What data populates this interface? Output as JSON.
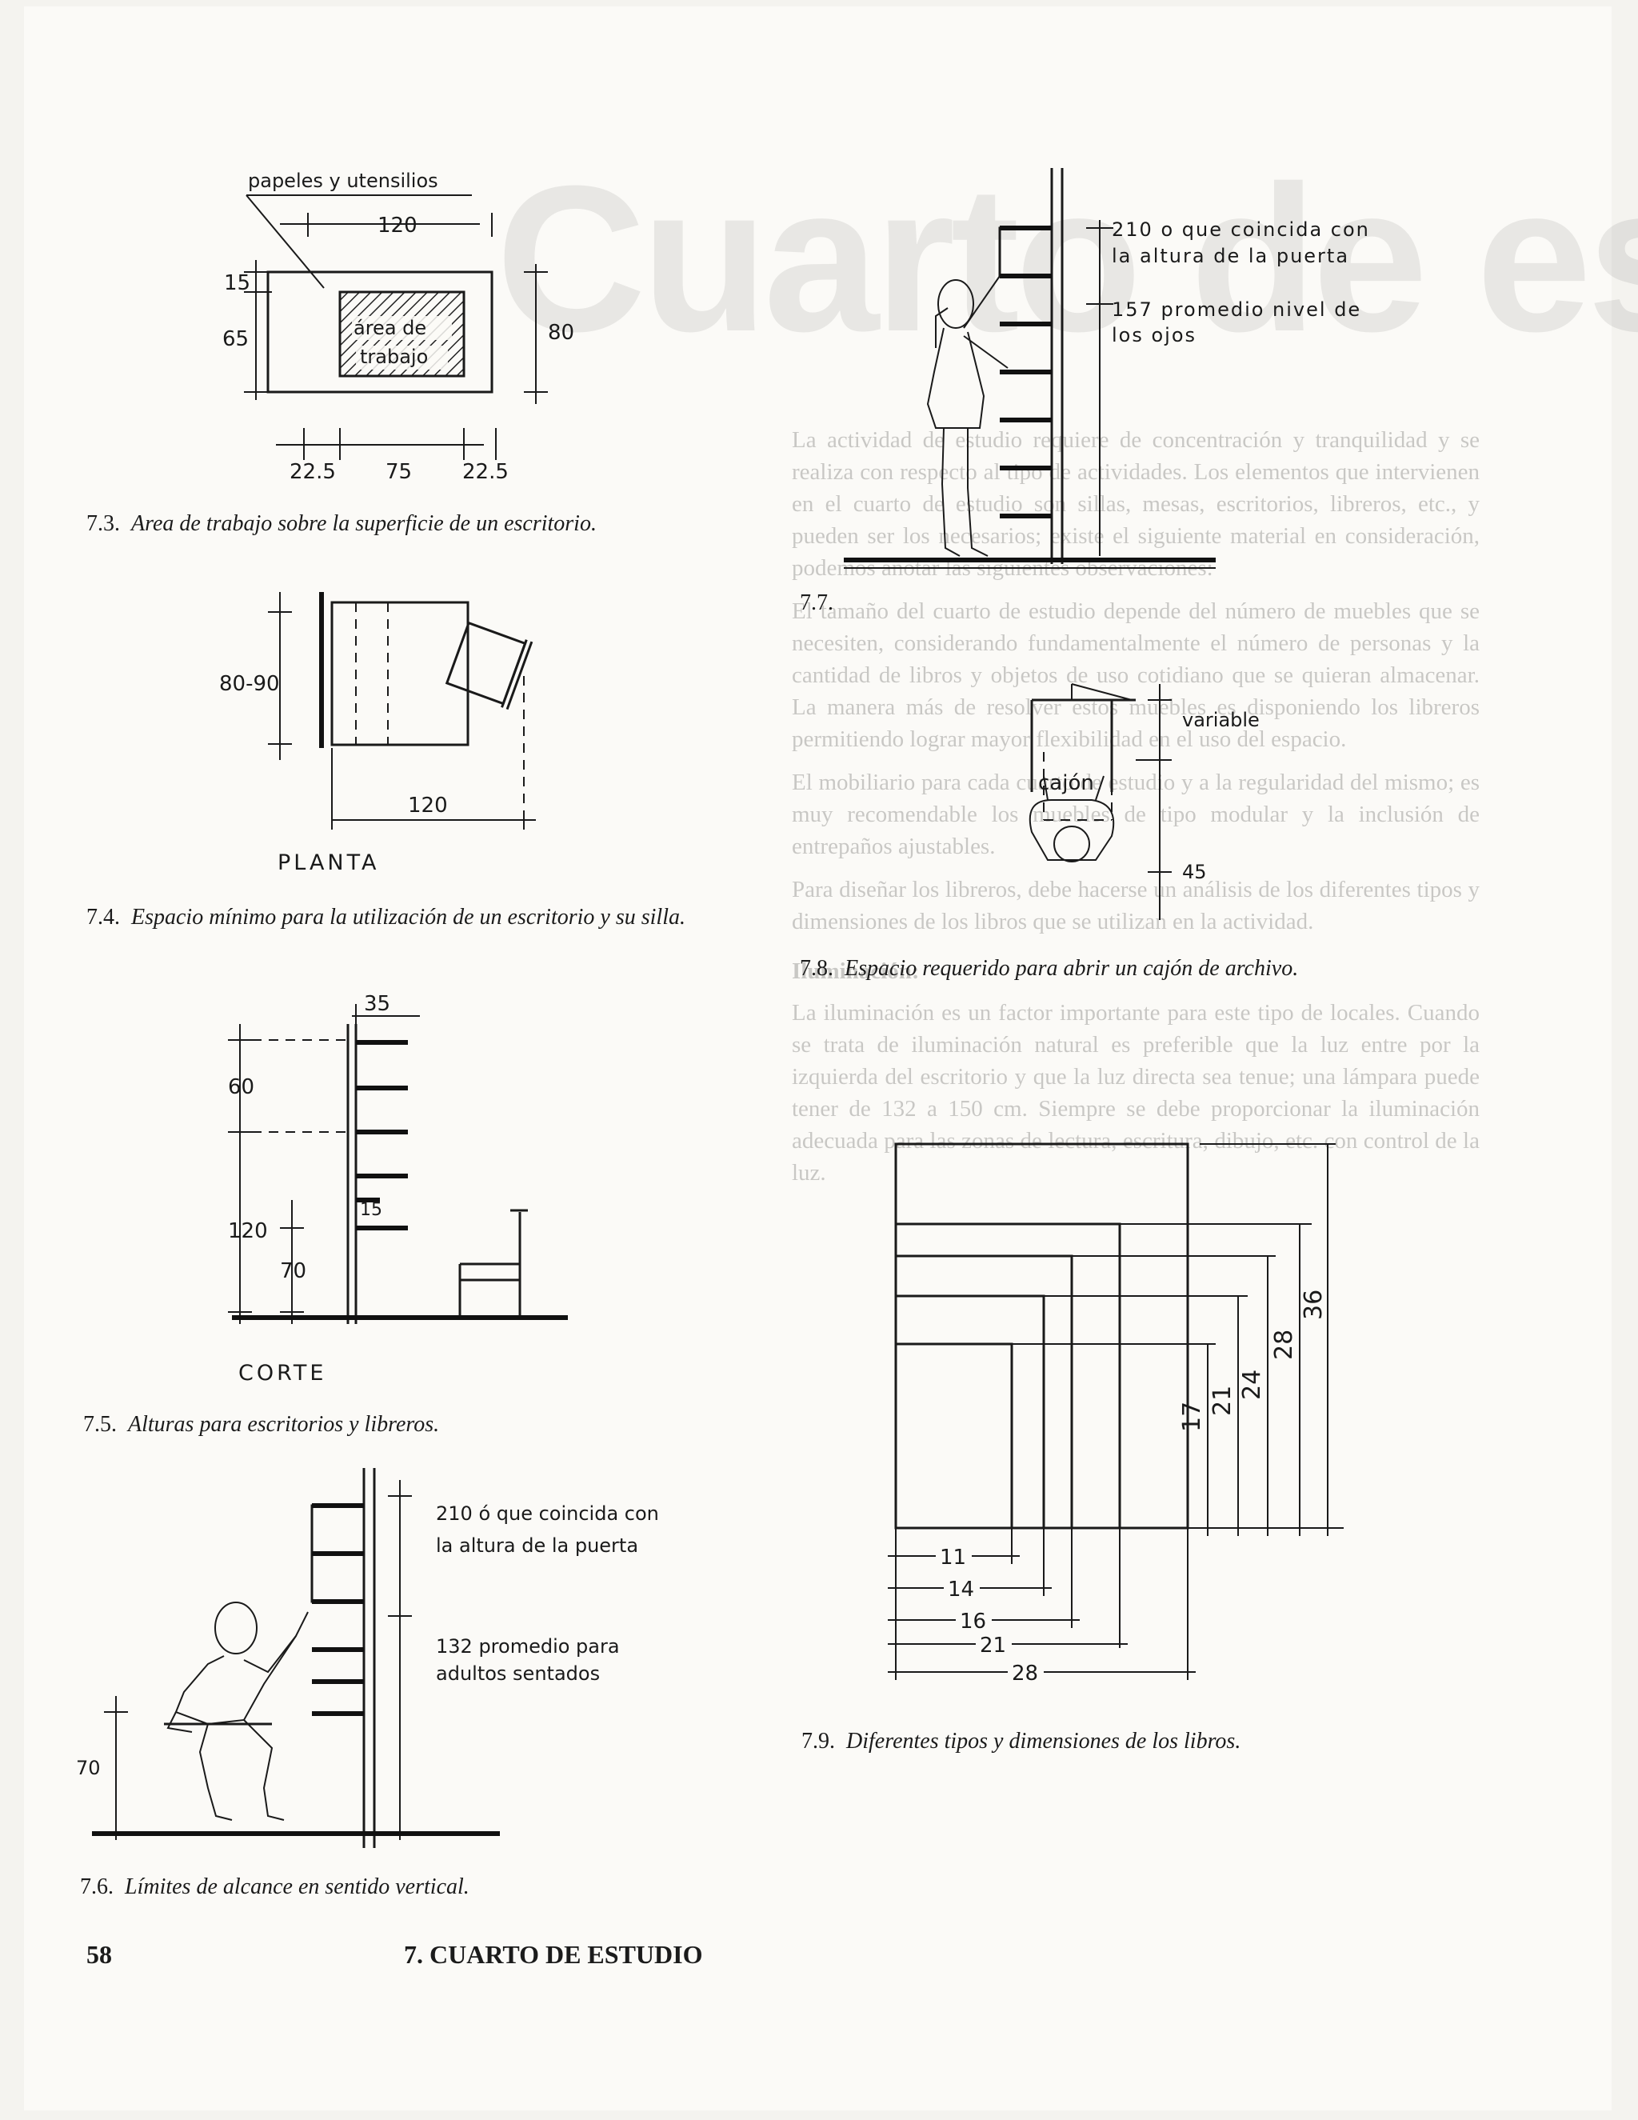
{
  "watermark": {
    "title": "Cuarto de estudio",
    "paragraphs": [
      "La actividad de estudio requiere de concentración y tranquilidad y se realiza con respecto al tipo de actividades. Los elementos que intervienen en el cuarto de estudio son sillas, mesas, escritorios, libreros, etc., y pueden ser los necesarios; existe el siguiente material en consideración, podemos anotar las siguientes observaciones:",
      "El tamaño del cuarto de estudio depende del número de muebles que se necesiten, considerando fundamentalmente el número de personas y la cantidad de libros y objetos de uso cotidiano que se quieran almacenar. La manera más de resolver estos muebles es disponiendo los libreros permitiendo lograr mayor flexibilidad en el uso del espacio.",
      "El mobiliario para cada cuarto de estudio y a la regularidad del mismo; es muy recomendable los muebles de tipo modular y la inclusión de entrepaños ajustables.",
      "Para diseñar los libreros, debe hacerse un análisis de los diferentes tipos y dimensiones de los libros que se utilizan en la actividad."
    ],
    "heading": "Iluminación:",
    "paragraph_after": "La iluminación es un factor importante para este tipo de locales. Cuando se trata de iluminación natural es preferible que la luz entre por la izquierda del escritorio y que la luz directa sea tenue; una lámpara puede tener de 132 a 150 cm. Siempre se debe proporcionar la iluminación adecuada para las zonas de lectura, escritura, dibujo, etc. con control de la luz."
  },
  "figures": {
    "fig_7_3": {
      "caption_num": "7.3.",
      "caption_text": "Area de trabajo sobre la superficie de un escritorio.",
      "labels": {
        "papeles": "papeles y utensilios",
        "d120": "120",
        "d15": "15",
        "d65": "65",
        "d80": "80",
        "area1": "área de",
        "area2": "trabajo",
        "d22a": "22.5",
        "d75": "75",
        "d22b": "22.5"
      }
    },
    "fig_7_4": {
      "caption_num": "7.4.",
      "caption_text": "Espacio mínimo para la utilización de un escritorio y su silla.",
      "labels": {
        "d8090": "80-90",
        "d120": "120",
        "planta": "PLANTA"
      }
    },
    "fig_7_5": {
      "caption_num": "7.5.",
      "caption_text": "Alturas para escritorios y libreros.",
      "labels": {
        "d35": "35",
        "d60": "60",
        "d120": "120",
        "d15": "15",
        "d70": "70",
        "corte": "CORTE"
      }
    },
    "fig_7_6": {
      "caption_num": "7.6.",
      "caption_text": "Límites de alcance en sentido vertical.",
      "labels": {
        "n210a": "210 ó que coincida con",
        "n210b": "la altura de la puerta",
        "n132a": "132 promedio para",
        "n132b": "adultos sentados",
        "d70": "70"
      }
    },
    "fig_7_7": {
      "caption_num": "7.7.",
      "caption_text": "",
      "labels": {
        "n210a": "210 o que coincida con",
        "n210b": "la altura de la puerta",
        "n157a": "157 promedio nivel de",
        "n157b": "los ojos"
      }
    },
    "fig_7_8": {
      "caption_num": "7.8.",
      "caption_text": "Espacio requerido para abrir un cajón de archivo.",
      "labels": {
        "variable": "variable",
        "cajon": "cajón",
        "d45": "45"
      }
    },
    "fig_7_9": {
      "caption_num": "7.9.",
      "caption_text": "Diferentes tipos y dimensiones de los libros.",
      "labels": {
        "v17": "17",
        "v21": "21",
        "v24": "24",
        "v28": "28",
        "v36": "36",
        "h11": "11",
        "h14": "14",
        "h16": "16",
        "h21": "21",
        "h28": "28"
      }
    }
  },
  "footer": {
    "page_number": "58",
    "chapter": "7. CUARTO DE ESTUDIO"
  }
}
